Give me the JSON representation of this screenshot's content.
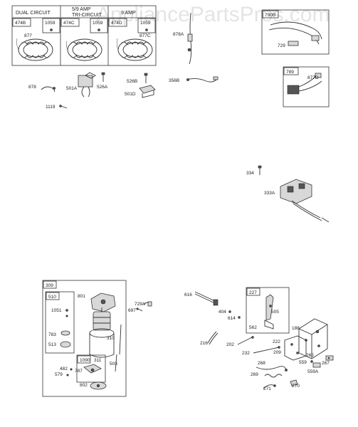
{
  "watermark": "AppliancePartsPros.com",
  "panels": {
    "dual_circuit_title": "DUAL CIRCUIT",
    "tri_circuit_title_1": "5/9 AMP",
    "tri_circuit_title_2": "TRI-CIRCUIT",
    "amp_title": "9 AMP"
  },
  "labels": {
    "p474B": "474B",
    "p1059a": "1059",
    "p877": "877",
    "p474C": "474C",
    "p1059b": "1059",
    "p474D": "474D",
    "p1059c": "1059",
    "p877C": "877C",
    "p878A": "878A",
    "p790B": "790B",
    "p729": "729",
    "p789": "789",
    "p877D": "877D",
    "p878": "878",
    "p501A": "501A",
    "p526A": "526A",
    "p526B": "526B",
    "p501D": "501D",
    "p356B": "356B",
    "p1119": "1119",
    "p334": "334",
    "p333A": "333A",
    "p309": "309",
    "p510": "510",
    "p801": "801",
    "p1051": "1051",
    "p783": "783",
    "p513": "513",
    "p310": "310",
    "p1090": "1090",
    "p311": "311",
    "p503": "503",
    "p482": "482",
    "p787": "787",
    "p579": "579",
    "p802": "802",
    "p729A": "729A",
    "p697": "697",
    "p616": "616",
    "p404": "404",
    "p614": "614",
    "p227": "227",
    "p505": "505",
    "p562": "562",
    "p188": "188",
    "p216": "216",
    "p202": "202",
    "p232": "232",
    "p222": "222",
    "p209": "209",
    "p559": "559",
    "p265": "265",
    "p267": "267",
    "p268": "268",
    "p559A": "559A",
    "p269": "269",
    "p271": "271",
    "p270": "270"
  }
}
